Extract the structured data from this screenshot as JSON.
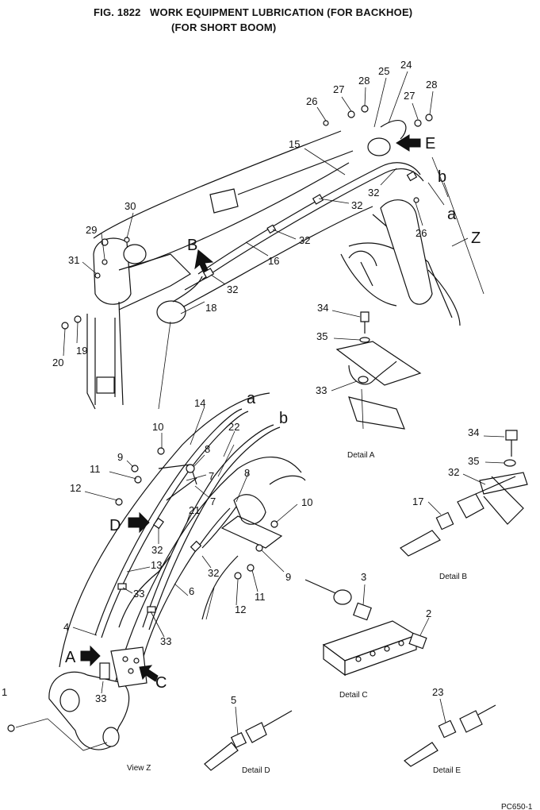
{
  "header": {
    "fig_number": "FIG. 1822",
    "title": "WORK EQUIPMENT LUBRICATION (FOR BACKHOE)",
    "subtitle": "(FOR SHORT BOOM)"
  },
  "part_numbers": {
    "p1": "1",
    "p2": "2",
    "p3": "3",
    "p4": "4",
    "p5": "5",
    "p6": "6",
    "p7": "7",
    "p7b": "7",
    "p8": "8",
    "p8b": "8",
    "p9": "9",
    "p9b": "9",
    "p10": "10",
    "p10b": "10",
    "p11": "11",
    "p11b": "11",
    "p12": "12",
    "p12b": "12",
    "p13": "13",
    "p14": "14",
    "p15": "15",
    "p16": "16",
    "p17": "17",
    "p18": "18",
    "p19": "19",
    "p20": "20",
    "p21": "21",
    "p22": "22",
    "p23": "23",
    "p24": "24",
    "p25": "25",
    "p26": "26",
    "p26b": "26",
    "p27": "27",
    "p27b": "27",
    "p28": "28",
    "p28b": "28",
    "p29": "29",
    "p30": "30",
    "p31": "31",
    "p32a": "32",
    "p32b": "32",
    "p32c": "32",
    "p32d": "32",
    "p32e": "32",
    "p32f": "32",
    "p32g": "32",
    "p33a": "33",
    "p33b": "33",
    "p33c": "33",
    "p33d": "33",
    "p34": "34",
    "p34b": "34",
    "p35": "35",
    "p35b": "35"
  },
  "callouts": {
    "A": "A",
    "B": "B",
    "C": "C",
    "D": "D",
    "E": "E",
    "Z": "Z",
    "a_top": "a",
    "b_top": "b",
    "a_lower": "a",
    "b_lower": "b"
  },
  "captions": {
    "detail_a": "Detail A",
    "detail_b": "Detail B",
    "detail_c": "Detail C",
    "detail_d": "Detail D",
    "detail_e": "Detail E",
    "view_z": "View Z"
  },
  "footer": {
    "code": "PC650-1"
  }
}
